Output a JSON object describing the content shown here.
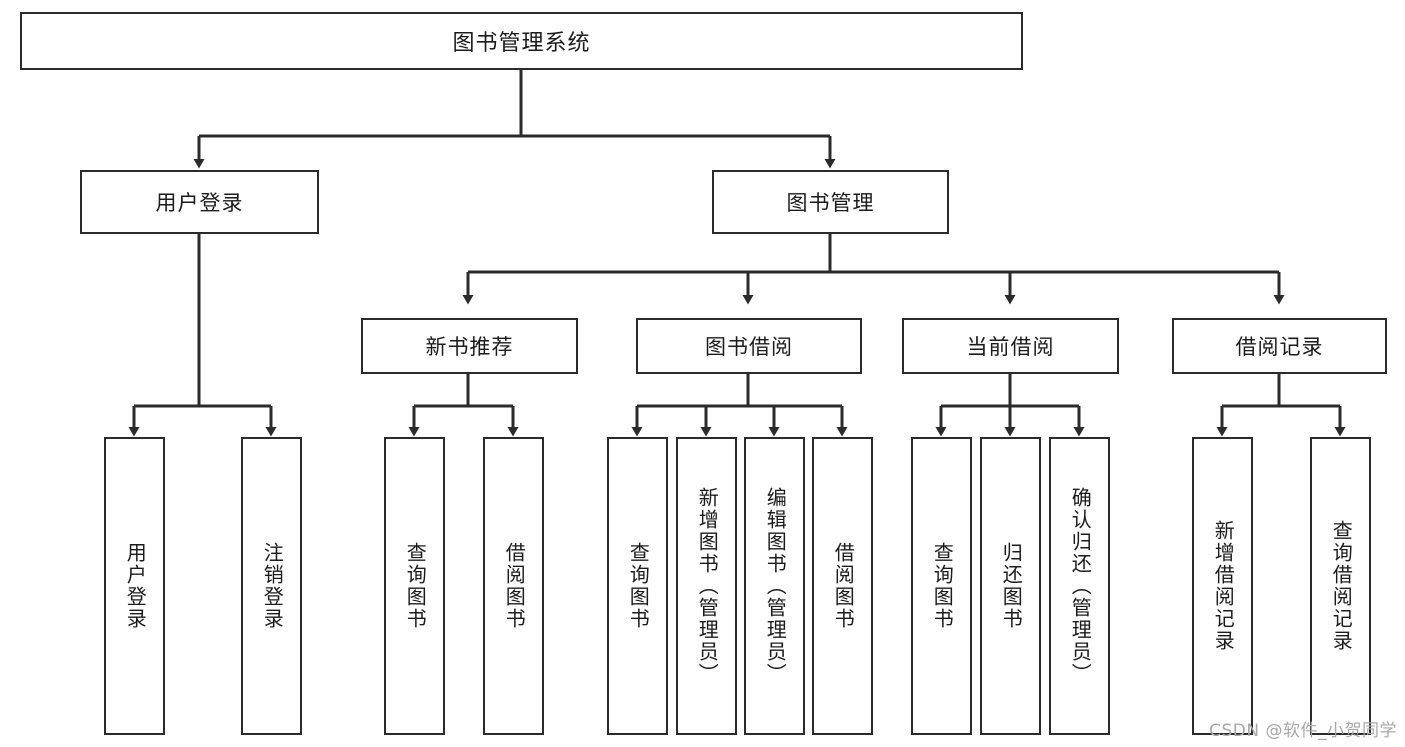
{
  "diagram": {
    "type": "tree",
    "title": "图书管理系统",
    "root": {
      "id": "root",
      "label": "图书管理系统",
      "orientation": "horizontal"
    },
    "level1": [
      {
        "id": "user-login",
        "label": "用户登录",
        "orientation": "horizontal"
      },
      {
        "id": "book-manage",
        "label": "图书管理",
        "orientation": "horizontal"
      }
    ],
    "level2": [
      {
        "id": "new-book-rec",
        "label": "新书推荐",
        "parent": "book-manage",
        "orientation": "horizontal"
      },
      {
        "id": "book-borrow",
        "label": "图书借阅",
        "parent": "book-manage",
        "orientation": "horizontal"
      },
      {
        "id": "current-borrow",
        "label": "当前借阅",
        "parent": "book-manage",
        "orientation": "horizontal"
      },
      {
        "id": "borrow-record",
        "label": "借阅记录",
        "parent": "book-manage",
        "orientation": "horizontal"
      }
    ],
    "leaves": [
      {
        "id": "leaf-user-login",
        "label": "用户登录",
        "parent": "user-login",
        "orientation": "vertical"
      },
      {
        "id": "leaf-logout",
        "label": "注销登录",
        "parent": "user-login",
        "orientation": "vertical"
      },
      {
        "id": "leaf-query-book-1",
        "label": "查询图书",
        "parent": "new-book-rec",
        "orientation": "vertical"
      },
      {
        "id": "leaf-borrow-book-1",
        "label": "借阅图书",
        "parent": "new-book-rec",
        "orientation": "vertical"
      },
      {
        "id": "leaf-query-book-2",
        "label": "查询图书",
        "parent": "book-borrow",
        "orientation": "vertical"
      },
      {
        "id": "leaf-add-book",
        "label": "新增图书（管理员）",
        "parent": "book-borrow",
        "orientation": "vertical"
      },
      {
        "id": "leaf-edit-book",
        "label": "编辑图书（管理员）",
        "parent": "book-borrow",
        "orientation": "vertical"
      },
      {
        "id": "leaf-borrow-book-2",
        "label": "借阅图书",
        "parent": "book-borrow",
        "orientation": "vertical"
      },
      {
        "id": "leaf-query-book-3",
        "label": "查询图书",
        "parent": "current-borrow",
        "orientation": "vertical"
      },
      {
        "id": "leaf-return-book",
        "label": "归还图书",
        "parent": "current-borrow",
        "orientation": "vertical"
      },
      {
        "id": "leaf-confirm-return",
        "label": "确认归还（管理员）",
        "parent": "current-borrow",
        "orientation": "vertical"
      },
      {
        "id": "leaf-add-record",
        "label": "新增借阅记录",
        "parent": "borrow-record",
        "orientation": "vertical"
      },
      {
        "id": "leaf-query-record",
        "label": "查询借阅记录",
        "parent": "borrow-record",
        "orientation": "vertical"
      }
    ],
    "colors": {
      "stroke": "#2b2b2b",
      "fill": "#ffffff",
      "text": "#1b1b1b",
      "watermark": "#a8a8a8"
    }
  },
  "watermark": {
    "text": "CSDN @软件_小贺同学"
  }
}
